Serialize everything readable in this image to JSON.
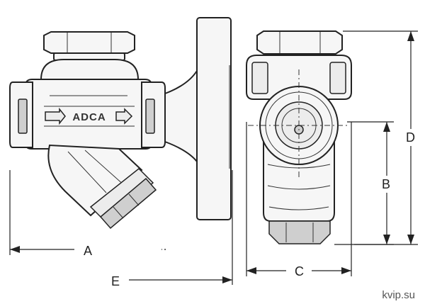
{
  "brand_text": "ADCA",
  "dimensions": {
    "a": "A",
    "b": "B",
    "c": "C",
    "d": "D",
    "e": "E"
  },
  "watermark": "kvip.su"
}
